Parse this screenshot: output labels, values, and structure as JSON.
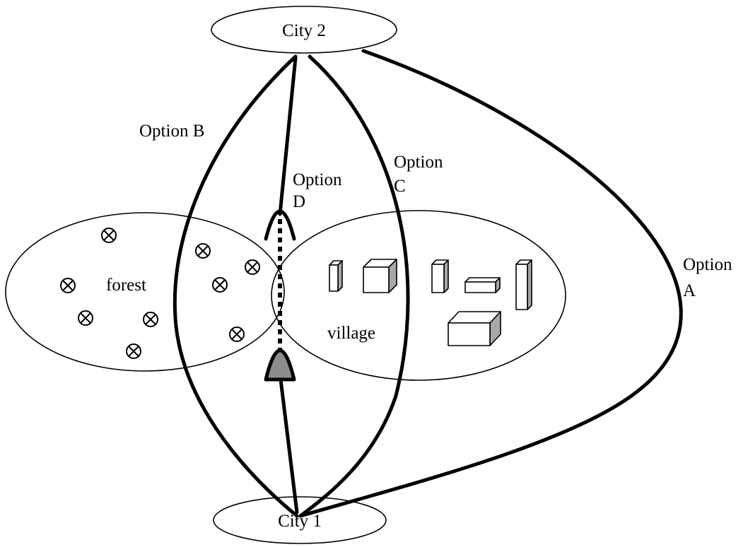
{
  "nodes": {
    "city2": "City 2",
    "city1": "City 1",
    "forest": "forest",
    "village": "village"
  },
  "options": {
    "a_line1": "Option",
    "a_line2": "A",
    "b": "Option B",
    "c_line1": "Option",
    "c_line2": "C",
    "d_line1": "Option",
    "d_line2": "D"
  },
  "colors": {
    "ink": "#000000",
    "building_shade": "#a8a8a8",
    "arch_fill": "#8c8c8c"
  },
  "icons": {
    "tree": "circled-x",
    "building": "3d-box"
  }
}
